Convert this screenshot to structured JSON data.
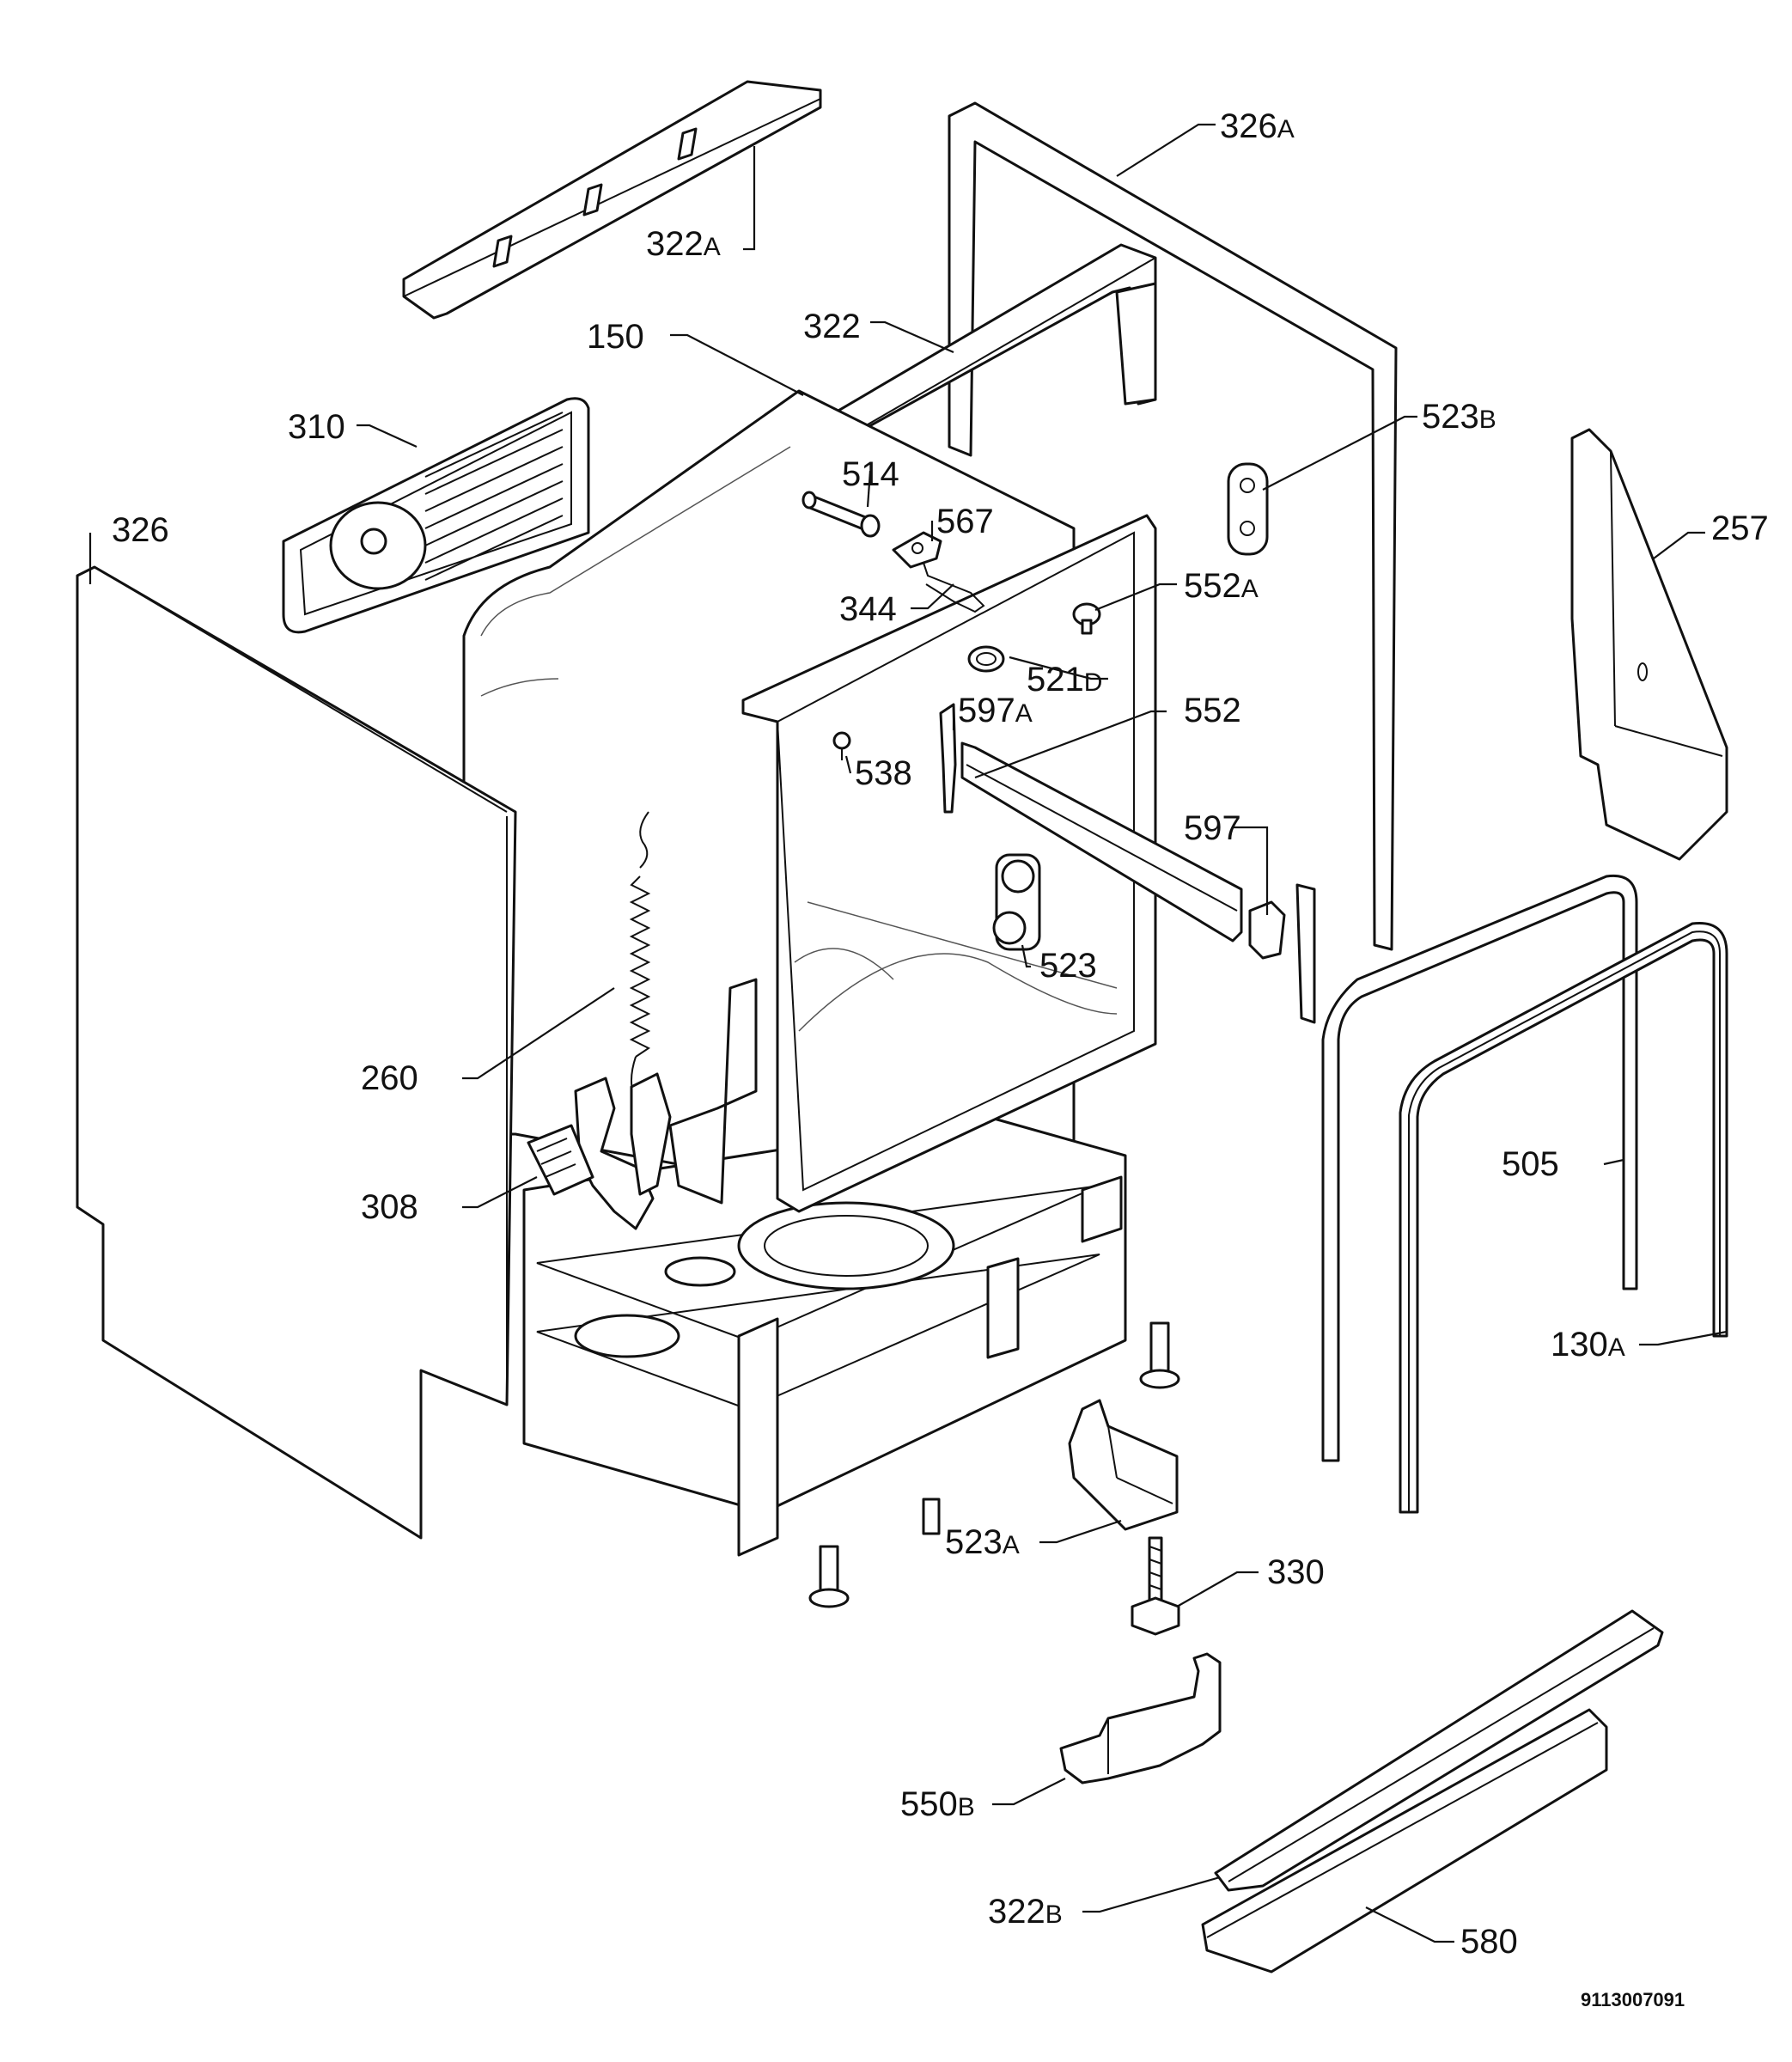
{
  "document_number": "9113007091",
  "labels": [
    {
      "id": "322a",
      "num": "322",
      "suffix": "A"
    },
    {
      "id": "326a",
      "num": "326",
      "suffix": "A"
    },
    {
      "id": "322",
      "num": "322",
      "suffix": ""
    },
    {
      "id": "150",
      "num": "150",
      "suffix": ""
    },
    {
      "id": "310",
      "num": "310",
      "suffix": ""
    },
    {
      "id": "514",
      "num": "514",
      "suffix": ""
    },
    {
      "id": "523b",
      "num": "523",
      "suffix": "B"
    },
    {
      "id": "567",
      "num": "567",
      "suffix": ""
    },
    {
      "id": "257",
      "num": "257",
      "suffix": ""
    },
    {
      "id": "326",
      "num": "326",
      "suffix": ""
    },
    {
      "id": "344",
      "num": "344",
      "suffix": ""
    },
    {
      "id": "552a",
      "num": "552",
      "suffix": "A"
    },
    {
      "id": "521d",
      "num": "521",
      "suffix": "D"
    },
    {
      "id": "597a",
      "num": "597",
      "suffix": "A"
    },
    {
      "id": "552",
      "num": "552",
      "suffix": ""
    },
    {
      "id": "538",
      "num": "538",
      "suffix": ""
    },
    {
      "id": "597",
      "num": "597",
      "suffix": ""
    },
    {
      "id": "523",
      "num": "523",
      "suffix": ""
    },
    {
      "id": "260",
      "num": "260",
      "suffix": ""
    },
    {
      "id": "505",
      "num": "505",
      "suffix": ""
    },
    {
      "id": "308",
      "num": "308",
      "suffix": ""
    },
    {
      "id": "130a",
      "num": "130",
      "suffix": "A"
    },
    {
      "id": "523a",
      "num": "523",
      "suffix": "A"
    },
    {
      "id": "330",
      "num": "330",
      "suffix": ""
    },
    {
      "id": "550b",
      "num": "550",
      "suffix": "B"
    },
    {
      "id": "322b",
      "num": "322",
      "suffix": "B"
    },
    {
      "id": "580",
      "num": "580",
      "suffix": ""
    }
  ]
}
